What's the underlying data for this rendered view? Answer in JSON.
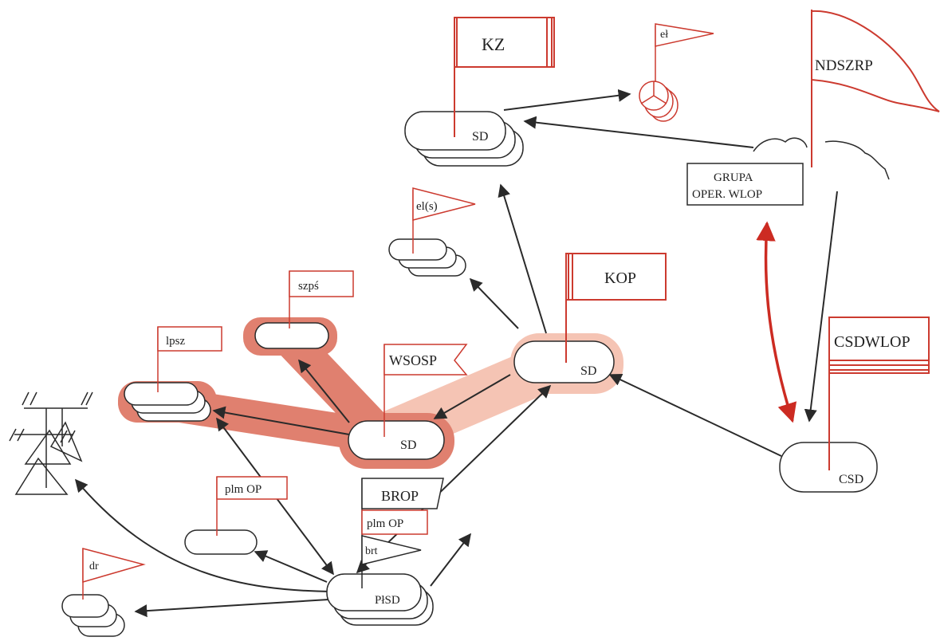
{
  "colors": {
    "stroke": "#2a2a2a",
    "flag": "#cc3a2f",
    "arrow": "#2a2a2a",
    "red_arrow": "#cc2b22",
    "highlight_dark": "#e0806f",
    "highlight_light": "#f5c4b4"
  },
  "nodes": {
    "sd_top": "SD",
    "sd_mid": "SD",
    "sd_low": "SD",
    "csd": "CSD",
    "plsd": "PłSD",
    "grupa_line1": "GRUPA",
    "grupa_line2": "OPER. WLOP"
  },
  "flags": {
    "kz": "KZ",
    "el": "eł",
    "ndszrp": "NDSZRP",
    "els": "el(s)",
    "kop": "KOP",
    "szps": "szpś",
    "lpsz": "lpsz",
    "wsosp": "WSOSP",
    "csdwlop": "CSDWLOP",
    "brop": "BROP",
    "plm_op_brop": "plm OP",
    "brt": "brt",
    "plm_op": "plm OP",
    "dr": "dr"
  }
}
